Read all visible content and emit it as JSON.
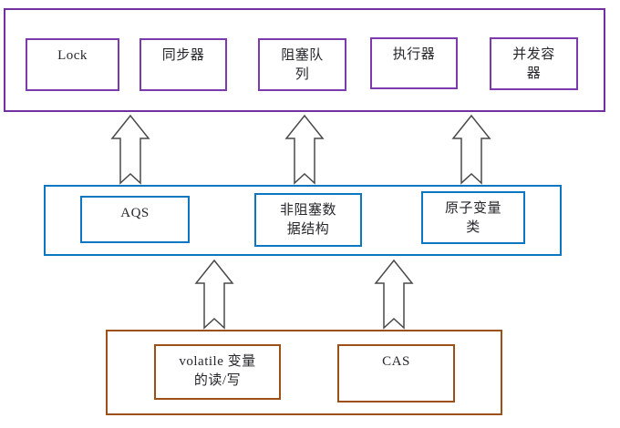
{
  "diagram": {
    "description": "Layered architecture diagram with three stacked layers connected by upward block arrows",
    "colors": {
      "top_border": "#7030A0",
      "top_inner_border": "#7C3AAE",
      "middle_border": "#0B76C2",
      "bottom_border": "#9C4F16",
      "arrow_stroke": "#4A4A4A",
      "arrow_fill": "#FFFFFF",
      "text": "#26262B",
      "background": "#FFFFFF"
    },
    "layers": {
      "top": {
        "boxes": [
          {
            "label": "Lock"
          },
          {
            "label": "同步器"
          },
          {
            "label": "阻塞队\n列"
          },
          {
            "label": "执行器"
          },
          {
            "label": "并发容\n器"
          }
        ]
      },
      "middle": {
        "boxes": [
          {
            "label": "AQS"
          },
          {
            "label": "非阻塞数\n据结构"
          },
          {
            "label": "原子变量\n类"
          }
        ]
      },
      "bottom": {
        "boxes": [
          {
            "label": "volatile 变量\n的读/写"
          },
          {
            "label": "CAS"
          }
        ]
      }
    },
    "arrows": {
      "count": 5,
      "direction": "up",
      "style": "white block arrow with notched tail"
    }
  }
}
